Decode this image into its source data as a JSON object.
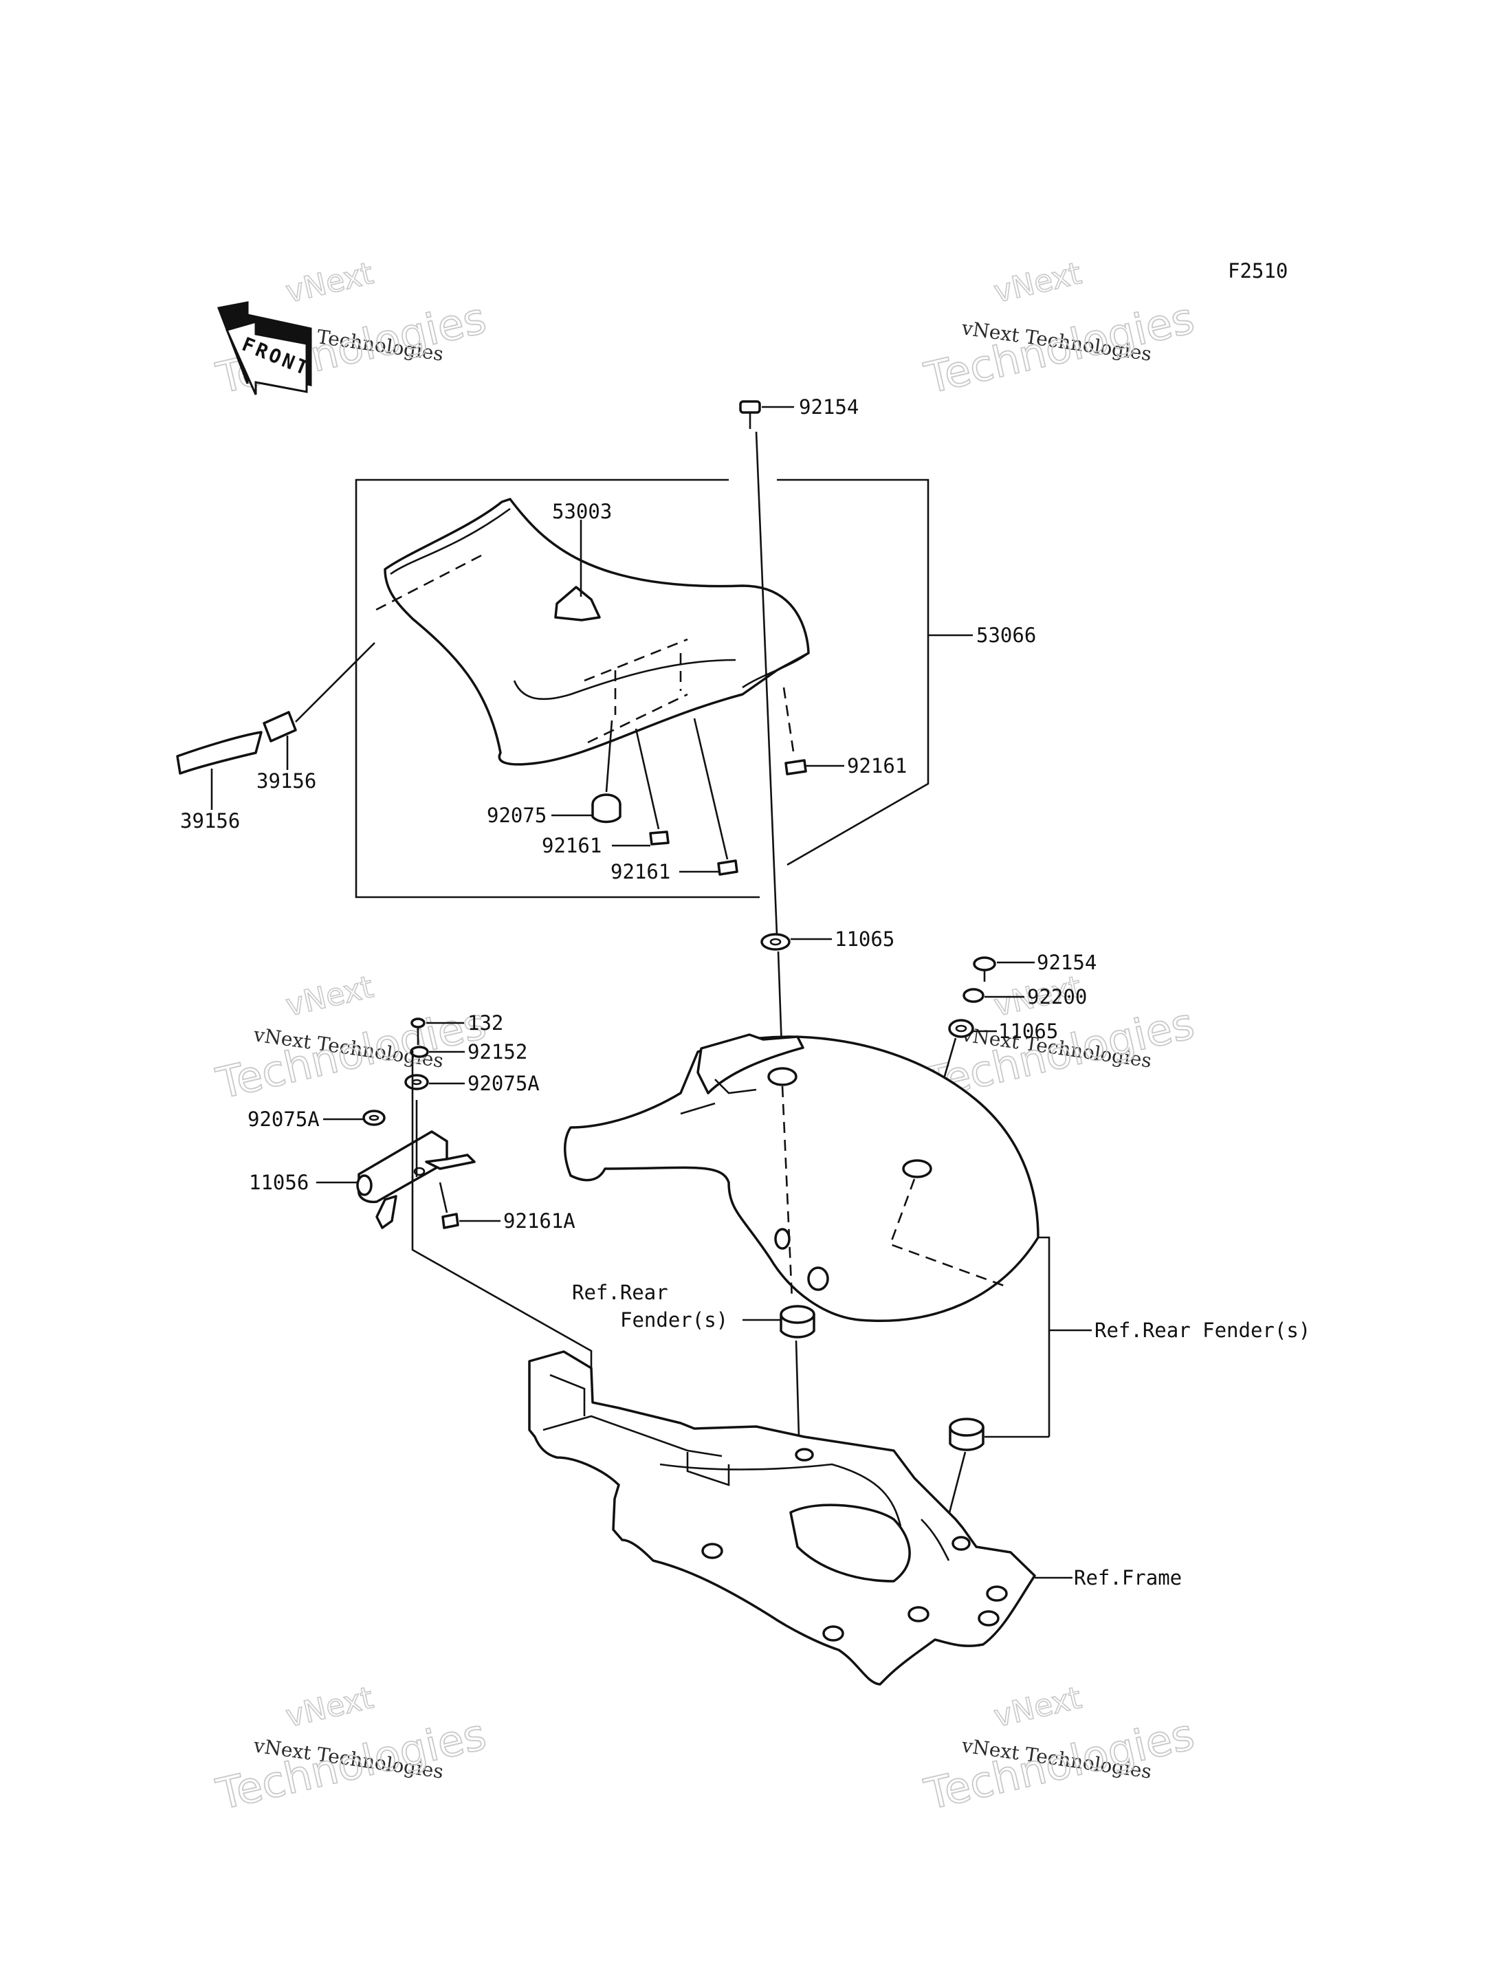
{
  "diagram_code": "F2510",
  "front_badge": "FRONT",
  "watermark": {
    "line1": "vNext",
    "line2": "vNext Technologies",
    "line3": "Technologies"
  },
  "callouts": {
    "c92154_top": "92154",
    "c53003": "53003",
    "c53066": "53066",
    "c39156_a": "39156",
    "c39156_b": "39156",
    "c92161_right": "92161",
    "c92075": "92075",
    "c92161_mid": "92161",
    "c92161_low": "92161",
    "c11065_top": "11065",
    "c92154_right": "92154",
    "c92200": "92200",
    "c11065_right": "11065",
    "c132": "132",
    "c92152": "92152",
    "c92075A_right": "92075A",
    "c92075A_left": "92075A",
    "c11056": "11056",
    "c92161A": "92161A",
    "ref_rear_line1": "Ref.Rear",
    "ref_rear_line2": "Fender(s)",
    "ref_rear_right": "Ref.Rear Fender(s)",
    "ref_frame": "Ref.Frame"
  }
}
